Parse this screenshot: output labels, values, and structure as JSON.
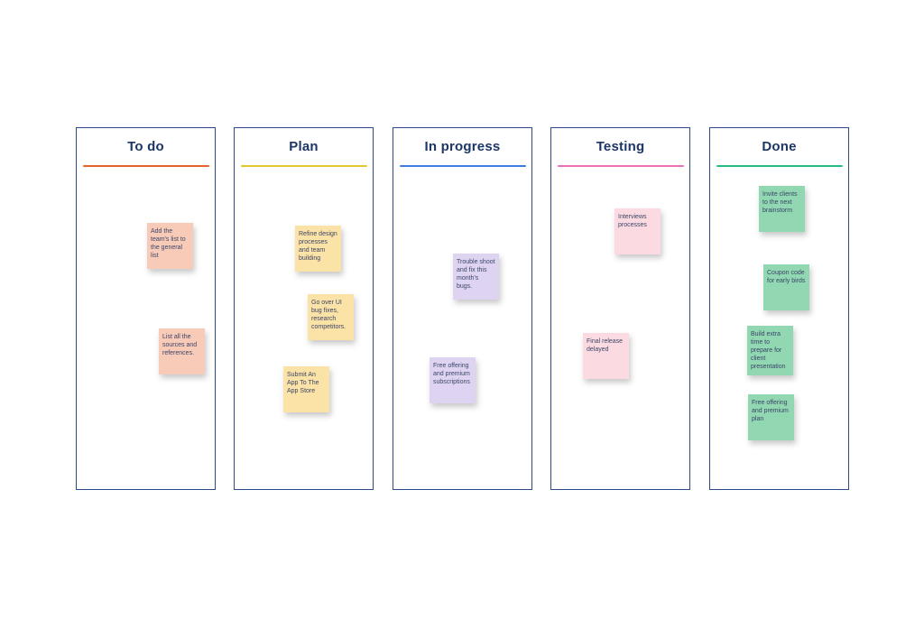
{
  "board": {
    "columns": [
      {
        "id": "todo",
        "title": "To do",
        "accent_color": "#e8622c",
        "note_color": "#f8cab8",
        "notes": [
          {
            "text": "Add the team's list to the general list"
          },
          {
            "text": "List all the sources and references."
          }
        ]
      },
      {
        "id": "plan",
        "title": "Plan",
        "accent_color": "#e0c72f",
        "note_color": "#fbe2a6",
        "notes": [
          {
            "text": "Refine design processes and team building"
          },
          {
            "text": "Go over UI bug fixes, research competitors."
          },
          {
            "text": "Submit An App To The App Store"
          }
        ]
      },
      {
        "id": "in-progress",
        "title": "In progress",
        "accent_color": "#3d7be0",
        "note_color": "#ded4f2",
        "notes": [
          {
            "text": "Trouble shoot and fix this month's bugs."
          },
          {
            "text": "Free offering and premium subscriptions"
          }
        ]
      },
      {
        "id": "testing",
        "title": "Testing",
        "accent_color": "#ef6fb4",
        "note_color": "#fbdbe1",
        "notes": [
          {
            "text": "Interviews processes"
          },
          {
            "text": "Final release delayed"
          }
        ]
      },
      {
        "id": "done",
        "title": "Done",
        "accent_color": "#27bd83",
        "note_color": "#90d7b2",
        "notes": [
          {
            "text": "Invite clients to the next brainstorm"
          },
          {
            "text": "Coupon code for early birds"
          },
          {
            "text": "Build extra time to prepare for client presentation"
          },
          {
            "text": "Free offering and premium plan"
          }
        ]
      }
    ]
  }
}
